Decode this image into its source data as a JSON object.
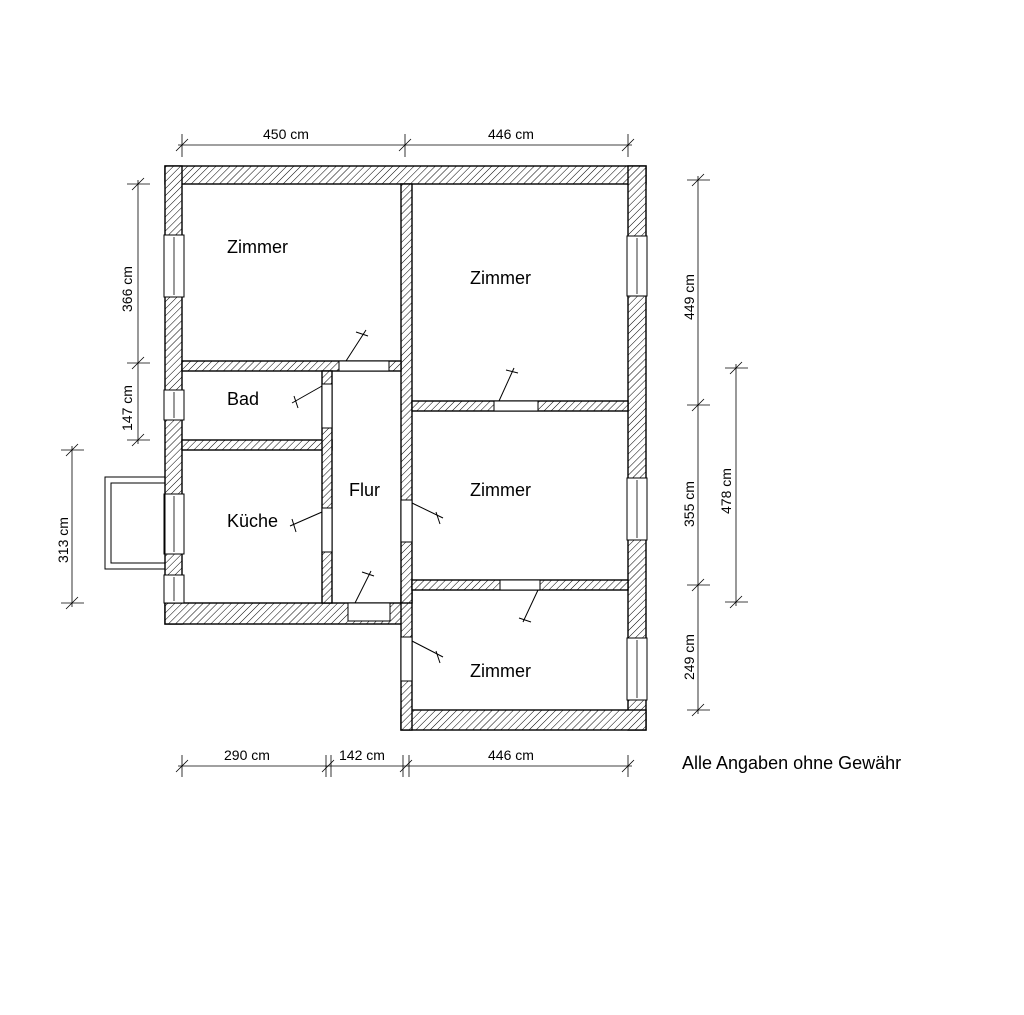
{
  "rooms": {
    "zimmer_1": "Zimmer",
    "zimmer_2": "Zimmer",
    "zimmer_3": "Zimmer",
    "zimmer_4": "Zimmer",
    "bad": "Bad",
    "kueche": "Küche",
    "flur": "Flur"
  },
  "dimensions": {
    "top_left": "450 cm",
    "top_right": "446 cm",
    "left_upper": "366 cm",
    "left_middle": "147 cm",
    "left_kitchen": "313 cm",
    "right_upper": "449 cm",
    "right_middle": "355 cm",
    "right_outer": "478 cm",
    "right_lower": "249 cm",
    "bottom_left": "290 cm",
    "bottom_middle": "142 cm",
    "bottom_right": "446 cm"
  },
  "note": "Alle Angaben ohne Gewähr"
}
